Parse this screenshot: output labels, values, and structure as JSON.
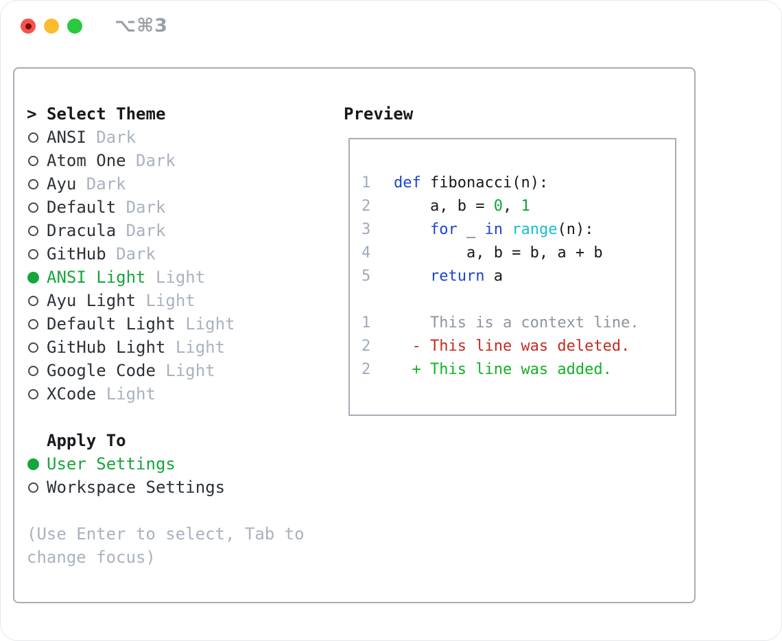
{
  "window": {
    "shortcut": "⌥⌘3"
  },
  "theme_panel": {
    "title_prefix": ">",
    "title": "Select Theme",
    "items": [
      {
        "name": "ANSI",
        "variant": "Dark",
        "selected": false
      },
      {
        "name": "Atom One",
        "variant": "Dark",
        "selected": false
      },
      {
        "name": "Ayu",
        "variant": "Dark",
        "selected": false
      },
      {
        "name": "Default",
        "variant": "Dark",
        "selected": false
      },
      {
        "name": "Dracula",
        "variant": "Dark",
        "selected": false
      },
      {
        "name": "GitHub",
        "variant": "Dark",
        "selected": false
      },
      {
        "name": "ANSI Light",
        "variant": "Light",
        "selected": true
      },
      {
        "name": "Ayu Light",
        "variant": "Light",
        "selected": false
      },
      {
        "name": "Default Light",
        "variant": "Light",
        "selected": false
      },
      {
        "name": "GitHub Light",
        "variant": "Light",
        "selected": false
      },
      {
        "name": "Google Code",
        "variant": "Light",
        "selected": false
      },
      {
        "name": "XCode",
        "variant": "Light",
        "selected": false
      }
    ],
    "apply_to": {
      "title": "Apply To",
      "options": [
        {
          "label": "User Settings",
          "selected": true
        },
        {
          "label": "Workspace Settings",
          "selected": false
        }
      ]
    },
    "help": {
      "line1": "(Use Enter to select, Tab to",
      "line2": "change focus)"
    }
  },
  "preview": {
    "title": "Preview",
    "lines": [
      {
        "num": "1",
        "segments": [
          {
            "t": "def",
            "c": "kw"
          },
          {
            "t": " fibonacci(n):",
            "c": "plain"
          }
        ]
      },
      {
        "num": "2",
        "segments": [
          {
            "t": "    a, b = ",
            "c": "plain"
          },
          {
            "t": "0",
            "c": "num"
          },
          {
            "t": ", ",
            "c": "plain"
          },
          {
            "t": "1",
            "c": "num"
          }
        ]
      },
      {
        "num": "3",
        "segments": [
          {
            "t": "    ",
            "c": "plain"
          },
          {
            "t": "for",
            "c": "kw"
          },
          {
            "t": " _ ",
            "c": "plain"
          },
          {
            "t": "in",
            "c": "kw"
          },
          {
            "t": " ",
            "c": "plain"
          },
          {
            "t": "range",
            "c": "builtin"
          },
          {
            "t": "(n):",
            "c": "plain"
          }
        ]
      },
      {
        "num": "4",
        "segments": [
          {
            "t": "        a, b = b, a + b",
            "c": "plain"
          }
        ]
      },
      {
        "num": "5",
        "segments": [
          {
            "t": "    ",
            "c": "plain"
          },
          {
            "t": "return",
            "c": "kw"
          },
          {
            "t": " a",
            "c": "plain"
          }
        ]
      },
      {
        "num": "",
        "segments": []
      },
      {
        "num": "1",
        "segments": [
          {
            "t": "    This is a context line.",
            "c": "ctx"
          }
        ]
      },
      {
        "num": "2",
        "segments": [
          {
            "t": "  - This line was deleted.",
            "c": "del"
          }
        ]
      },
      {
        "num": "2",
        "segments": [
          {
            "t": "  + This line was added.",
            "c": "add"
          }
        ]
      }
    ]
  },
  "colors": {
    "selection_green": "#16a53c",
    "keyword_blue": "#1e43d0",
    "builtin_cyan": "#14c0cd",
    "number_green": "#0da33c",
    "deleted_red": "#c7291d",
    "added_green": "#10b224",
    "context_gray": "#8d959e",
    "line_number_gray": "#9dabbd",
    "text_dark": "#17191c",
    "item_name_gray": "#2c3138",
    "muted_gray": "#a9b2bf",
    "panel_border": "#a6adb7",
    "traffic_red": "#f4544e",
    "traffic_red_dot": "#7c0c07",
    "traffic_yellow": "#fcbc2f",
    "traffic_green": "#2bc840",
    "shortcut_gray": "#999fa7"
  }
}
